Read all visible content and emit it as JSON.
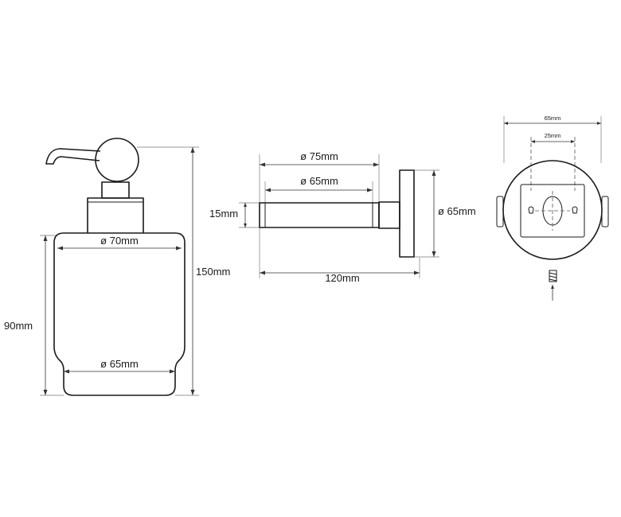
{
  "dispenser_view": {
    "height_total": "150mm",
    "height_glass": "90mm",
    "width_top": "ø 70mm",
    "width_bottom": "ø 65mm"
  },
  "side_view": {
    "outer_diameter": "ø 75mm",
    "inner_diameter": "ø 65mm",
    "arm_thickness": "15mm",
    "plate_diameter": "ø 65mm",
    "depth": "120mm"
  },
  "front_view": {
    "plate_width": "65mm",
    "hole_spacing": "25mm"
  }
}
